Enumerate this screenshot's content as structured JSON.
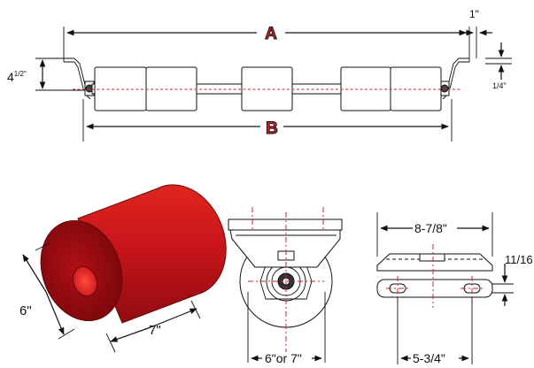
{
  "top_view": {
    "label_a": "A",
    "label_b": "B",
    "dim_left_height_whole": "4",
    "dim_left_height_frac": "1/2",
    "dim_left_height_mark": "\"",
    "dim_right_offset": "1\"",
    "dim_right_drop": "1/4\""
  },
  "roller_3d": {
    "dim_diameter": "6\"",
    "dim_length": "7\""
  },
  "side_view": {
    "dim_width": "6\"or 7\""
  },
  "bracket_view": {
    "dim_top": "8-7/8\"",
    "dim_slot": "11/16",
    "dim_bottom": "5-3/4\""
  },
  "colors": {
    "roller_red": "#c8151b",
    "dash_red": "#d2232a",
    "line": "#111111"
  }
}
